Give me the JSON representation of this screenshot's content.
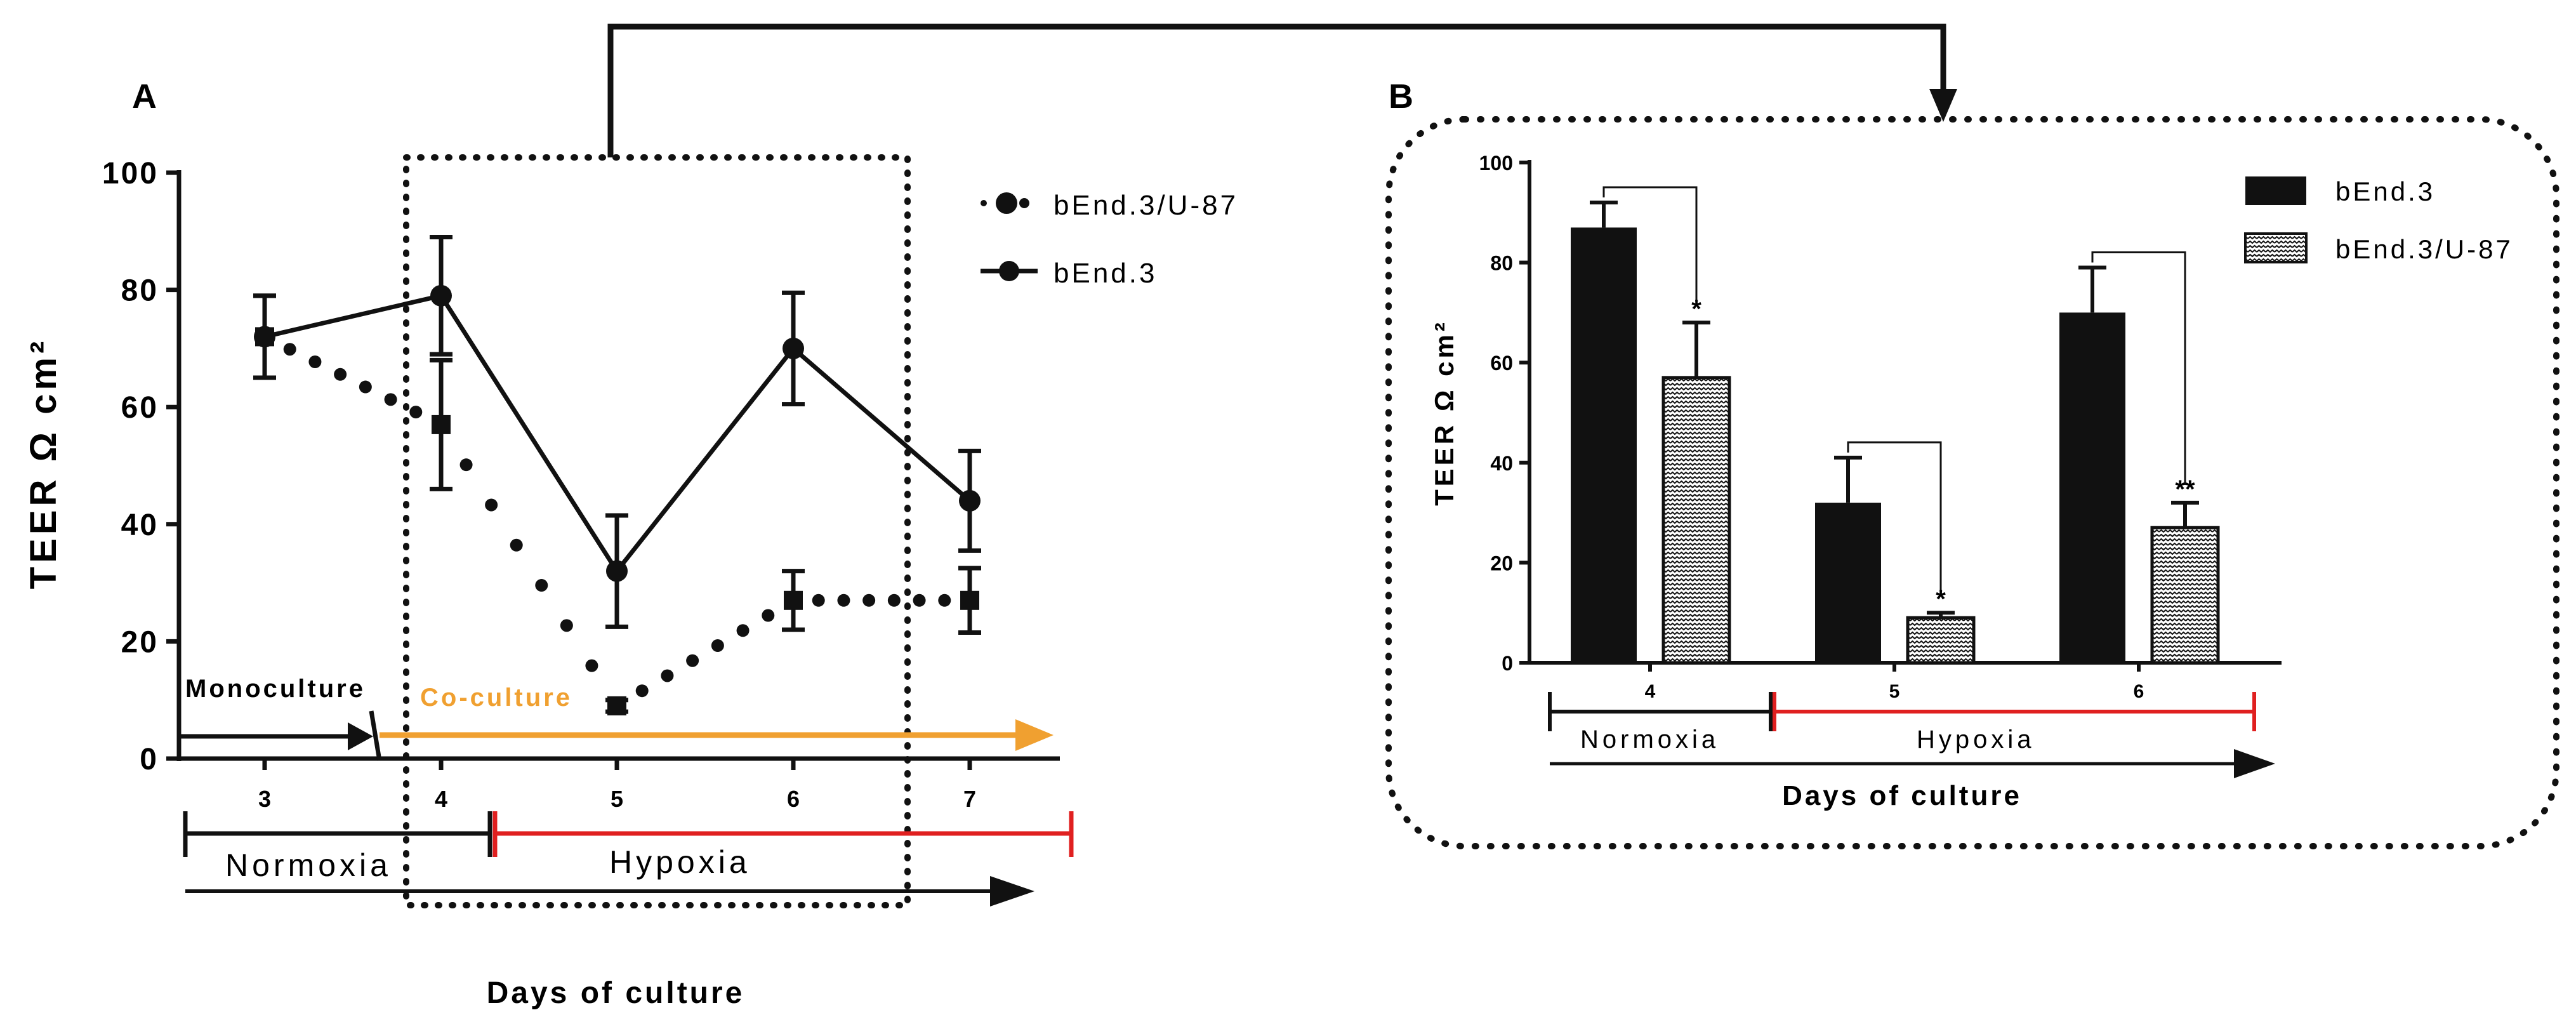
{
  "panels": {
    "a": {
      "letter": "A"
    },
    "b": {
      "letter": "B"
    }
  },
  "colors": {
    "ink": "#111111",
    "coculture": "#f0a030",
    "hypoxia": "#e02020"
  },
  "chart_data": [
    {
      "panel": "A",
      "type": "line",
      "title": "",
      "xlabel": "Days of culture",
      "ylabel": "TEER Ω cm²",
      "x": [
        3,
        4,
        5,
        6,
        7
      ],
      "ylim": [
        0,
        100
      ],
      "yticks": [
        0,
        20,
        40,
        60,
        80,
        100
      ],
      "grid": false,
      "legend_position": "top-right",
      "series": [
        {
          "name": "bEnd.3/U-87",
          "style": "dotted",
          "values": [
            72,
            57,
            9,
            27,
            27
          ],
          "errors": [
            7,
            11,
            1,
            5,
            5.5
          ]
        },
        {
          "name": "bEnd.3",
          "style": "solid",
          "values": [
            72,
            79,
            32,
            70,
            44
          ],
          "errors": [
            7,
            10,
            9.5,
            9.5,
            8.5
          ]
        }
      ],
      "annotations": {
        "monoculture": "Monoculture",
        "coculture": "Co-culture",
        "normoxia": "Normoxia",
        "hypoxia": "Hypoxia"
      }
    },
    {
      "panel": "B",
      "type": "bar",
      "title": "",
      "xlabel": "Days of culture",
      "ylabel": "TEER Ω cm²",
      "categories": [
        "4",
        "5",
        "6"
      ],
      "ylim": [
        0,
        100
      ],
      "yticks": [
        0,
        20,
        40,
        60,
        80,
        100
      ],
      "grid": false,
      "legend_position": "top-right",
      "series": [
        {
          "name": "bEnd.3",
          "fill": "solid",
          "values": [
            87,
            32,
            70
          ],
          "errors": [
            5,
            9,
            9
          ]
        },
        {
          "name": "bEnd.3/U-87",
          "fill": "pattern",
          "values": [
            57,
            9,
            27
          ],
          "errors": [
            11,
            1,
            5
          ]
        }
      ],
      "significance": [
        "*",
        "*",
        "**"
      ],
      "annotations": {
        "normoxia": "Normoxia",
        "hypoxia": "Hypoxia"
      }
    }
  ]
}
